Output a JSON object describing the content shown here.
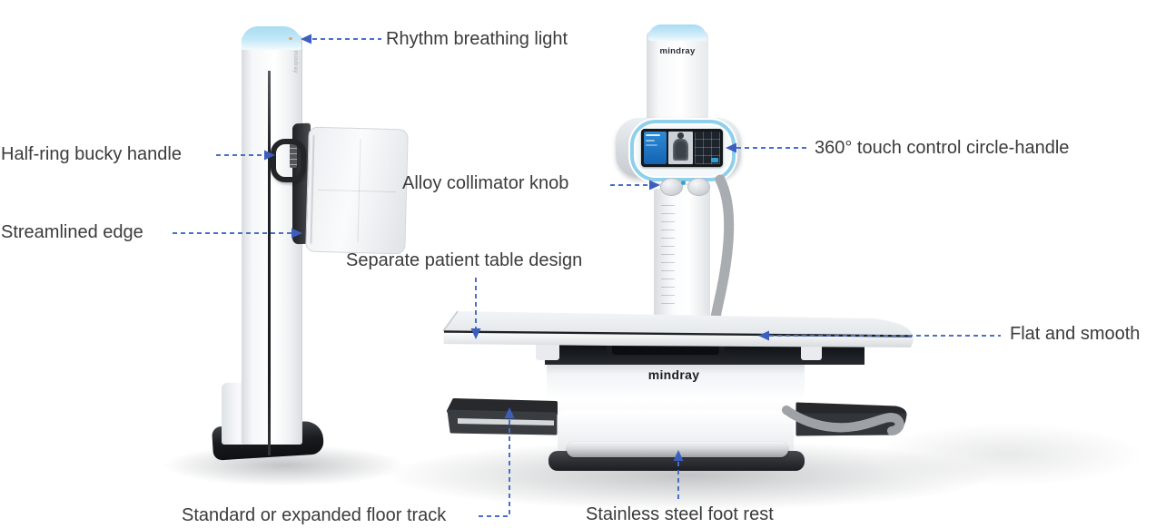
{
  "brand": {
    "logo_text": "mindray"
  },
  "colors": {
    "background": "#ffffff",
    "callout_line": "#4a6fc6",
    "callout_arrow": "#3c5fbe",
    "label_text": "#3b3b3d",
    "accent_light_blue": "#8ed0ec",
    "machine_dark": "#26282c"
  },
  "annotations": [
    {
      "id": "rhythm-breathing-light",
      "label": "Rhythm breathing light"
    },
    {
      "id": "half-ring-bucky-handle",
      "label": "Half-ring bucky handle"
    },
    {
      "id": "streamlined-edge",
      "label": "Streamlined edge"
    },
    {
      "id": "alloy-collimator-knob",
      "label": "Alloy collimator knob"
    },
    {
      "id": "touch-control-circle-handle",
      "label": "360° touch control circle-handle"
    },
    {
      "id": "separate-patient-table-design",
      "label": "Separate patient table design"
    },
    {
      "id": "flat-and-smooth",
      "label": "Flat and smooth"
    },
    {
      "id": "standard-expanded-floor-track",
      "label": "Standard or expanded floor track"
    },
    {
      "id": "stainless-steel-foot-rest",
      "label": "Stainless steel foot rest"
    }
  ]
}
